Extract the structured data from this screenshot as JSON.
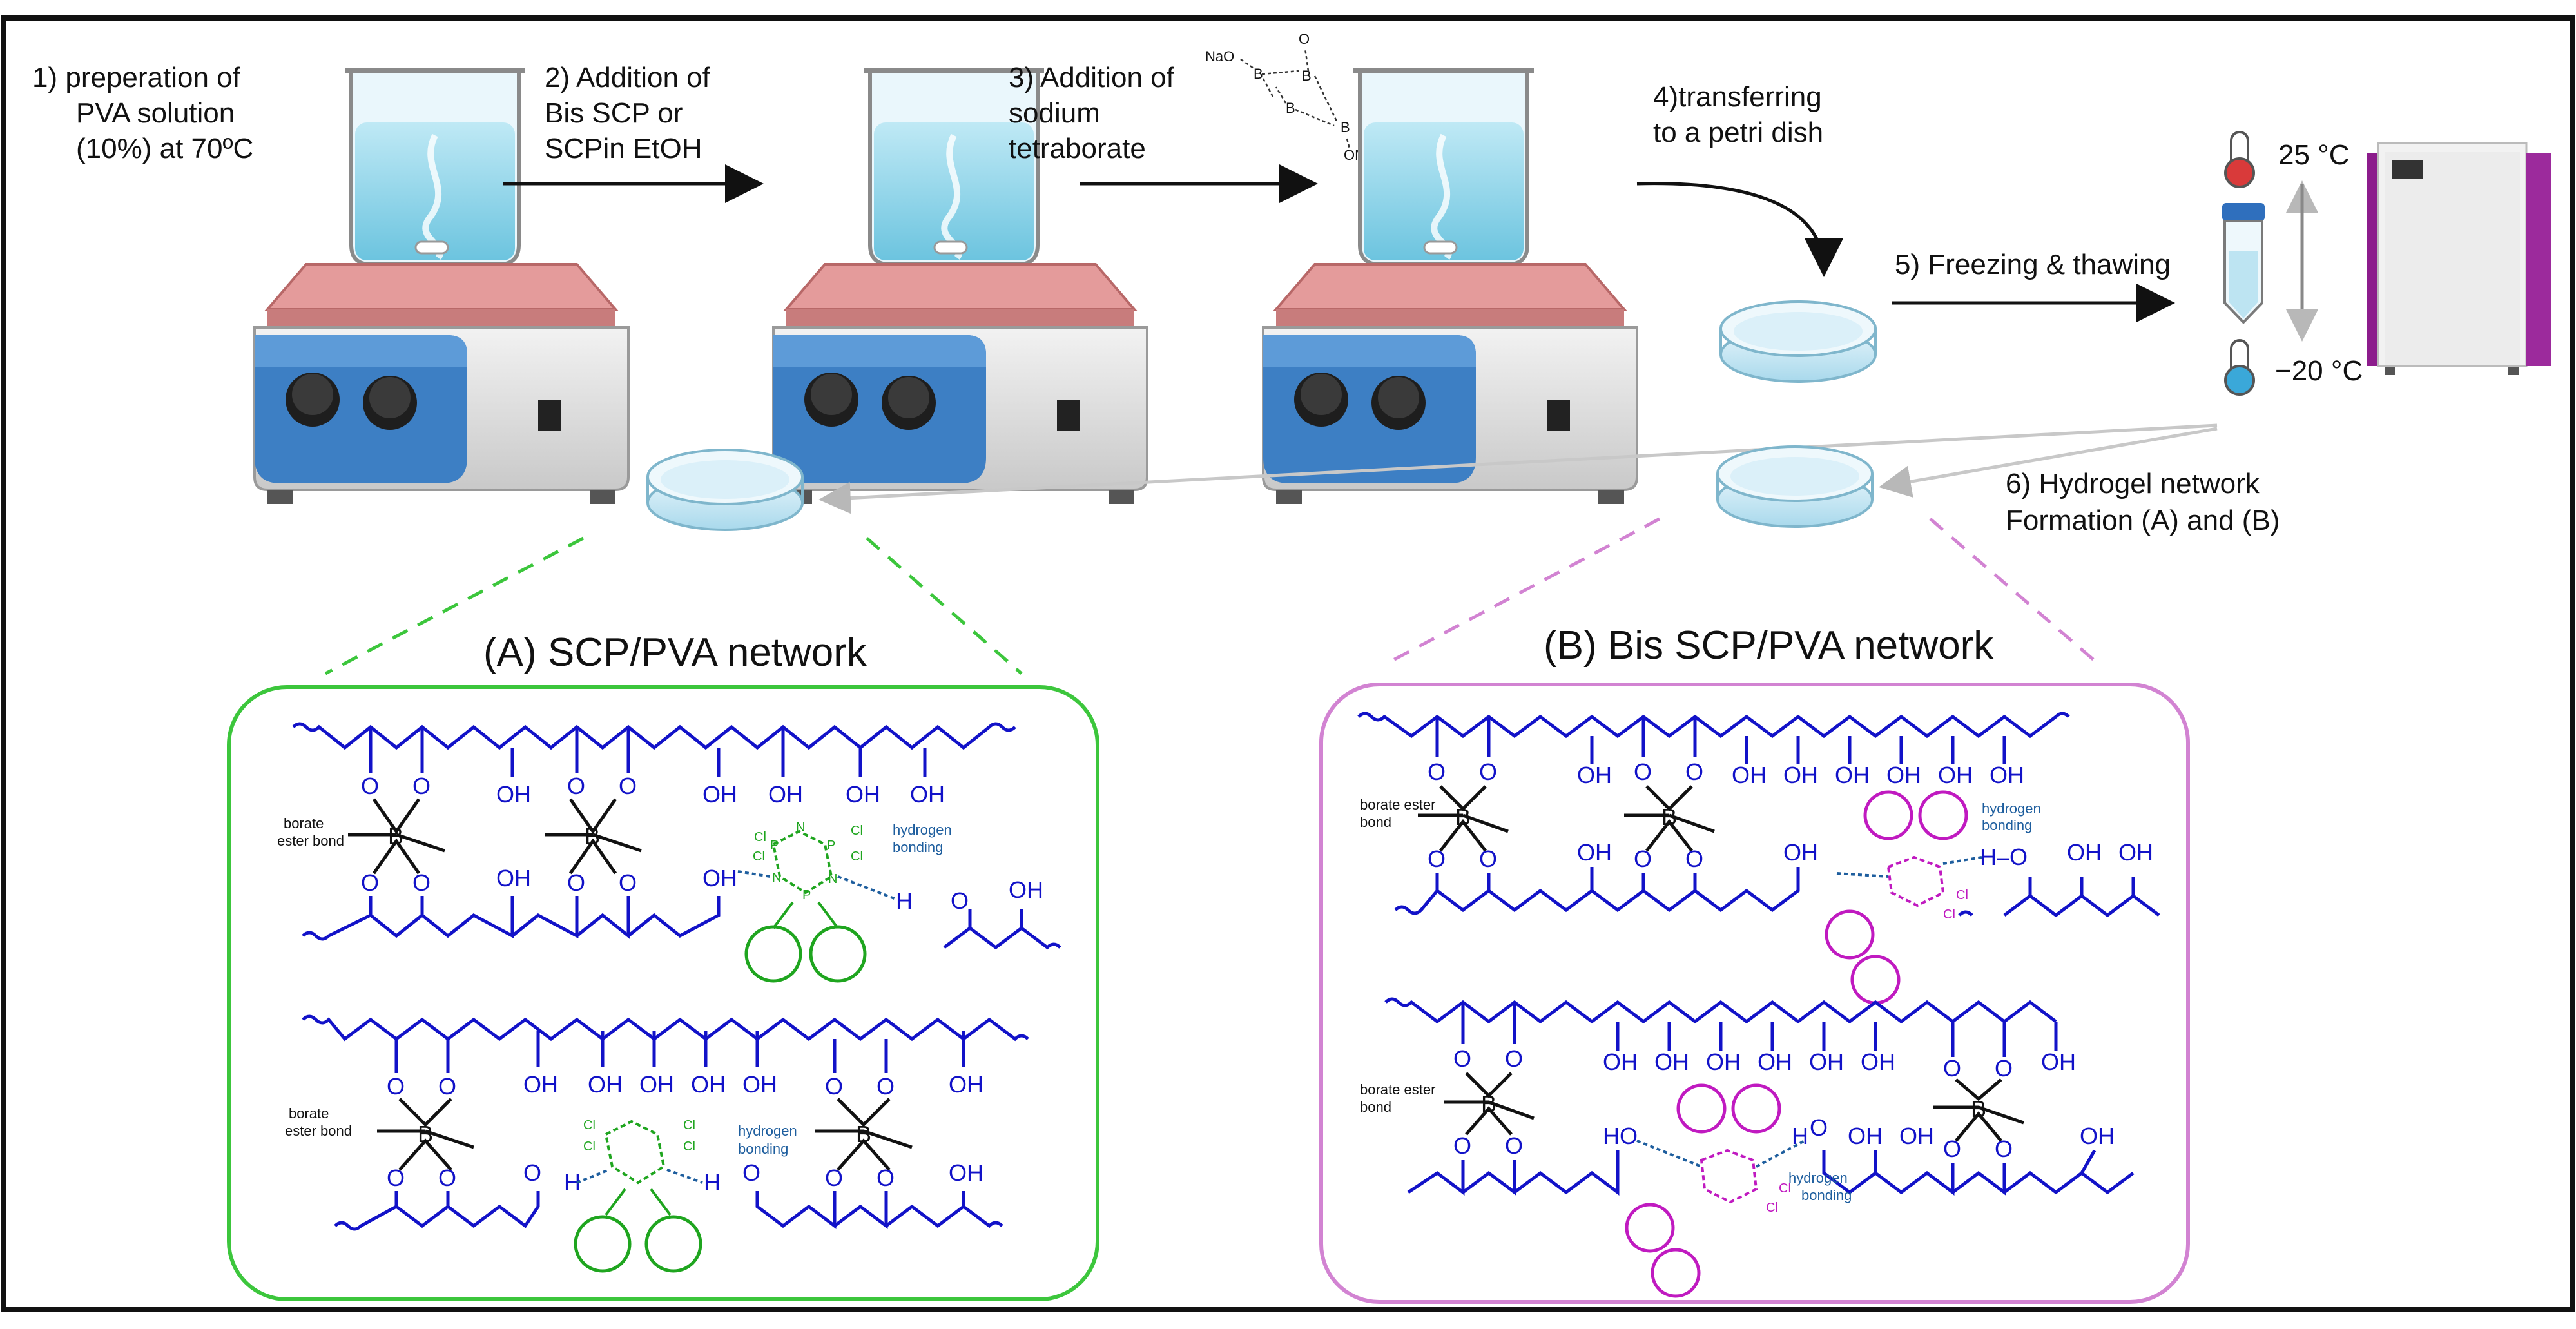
{
  "steps": {
    "step1": [
      "1)  preperation of",
      "PVA solution",
      "(10%) at 70ºC"
    ],
    "step2": [
      "2) Addition of",
      "Bis SCP or",
      "SCPin EtOH"
    ],
    "step3": [
      "3) Addition of",
      "sodium",
      "tetraborate"
    ],
    "step4": [
      "4)transferring",
      "to a petri dish"
    ],
    "step5": "5) Freezing & thawing",
    "step6": [
      "6) Hydrogel network",
      "Formation (A) and (B)"
    ]
  },
  "temps": {
    "high": "25 °C",
    "low": "−20 °C"
  },
  "borate_labels": {
    "na1": "NaO",
    "na2": "ONa",
    "b": "B",
    "o": "O"
  },
  "panels": {
    "a_title": "(A) SCP/PVA network",
    "b_title": "(B) Bis SCP/PVA network",
    "borate_ester": [
      "borate",
      "ester bond"
    ],
    "borate_ester_b": [
      "borate ester",
      "bond"
    ],
    "hbond": [
      "hydrogen",
      "bonding"
    ],
    "oh": "OH",
    "o": "O",
    "b": "B",
    "h": "H",
    "ho": "H–O",
    "p": "P",
    "n": "N",
    "cl": "Cl"
  },
  "colors": {
    "green": "#3cc63c",
    "magenta": "#d283d2",
    "chain": "#1212c8",
    "scp_green": "#1fa51f",
    "scp_mag": "#c01ac0"
  }
}
